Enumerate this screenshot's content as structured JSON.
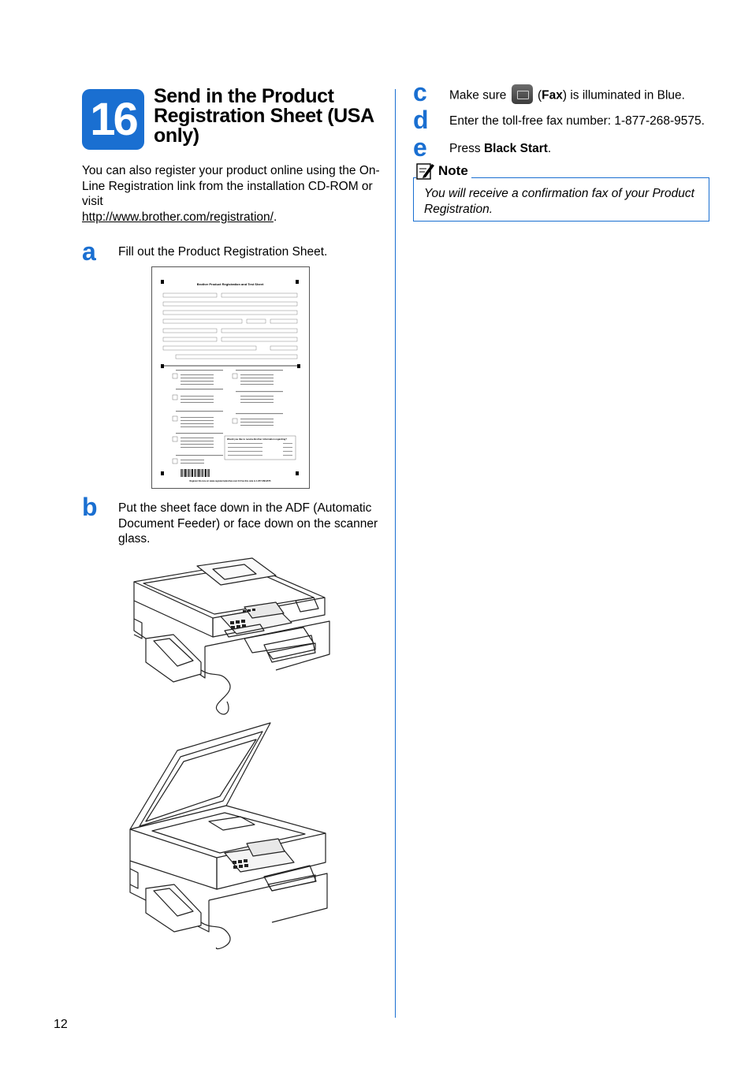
{
  "step": {
    "number": "16",
    "title": "Send in the Product Registration Sheet (USA only)"
  },
  "intro": {
    "text": "You can also register your product online using the On-Line Registration link from the installation CD-ROM or visit",
    "link": "http://www.brother.com/registration/",
    "end": "."
  },
  "substeps": [
    {
      "letter": "a",
      "text": "Fill out the Product Registration Sheet."
    },
    {
      "letter": "b",
      "text": "Put the sheet face down in the ADF (Automatic Document Feeder) or face down on the scanner glass."
    },
    {
      "letter": "c",
      "pre": "Make sure",
      "open": "(",
      "bold": "Fax",
      "post": ") is illuminated in Blue."
    },
    {
      "letter": "d",
      "text": "Enter the toll-free fax number: 1-877-268-9575."
    },
    {
      "letter": "e",
      "pre": "Press ",
      "bold": "Black Start",
      "post": "."
    }
  ],
  "note": {
    "label": "Note",
    "text": "You will receive a confirmation fax of your Product Registration."
  },
  "sheet": {
    "title": "Brother Product Registration and Test Sheet",
    "question": "Would you like to receive Brother information regarding?",
    "footer": "Register On-Line at: www.registermybrother.com    Or    Fax this side to 1-877-268-9575"
  },
  "page_number": "12",
  "colors": {
    "accent": "#1a6fd1"
  },
  "icons": {
    "fax_button": "fax-button-icon",
    "note": "note-pencil-icon"
  }
}
